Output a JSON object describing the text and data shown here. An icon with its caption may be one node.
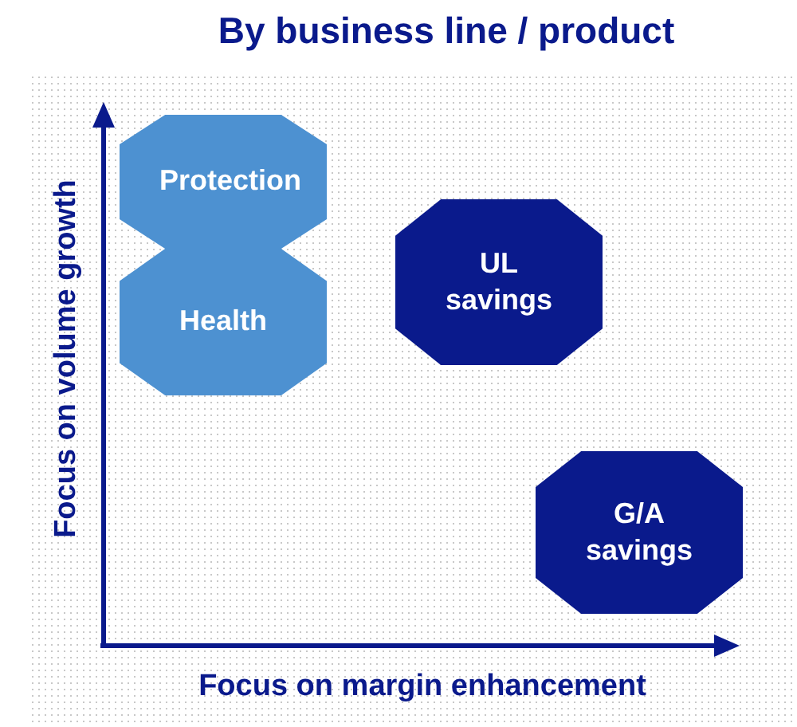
{
  "diagram": {
    "title": "By business line / product",
    "nodes": [
      {
        "text": [
          "Protection"
        ]
      },
      {
        "text": [
          "Health"
        ]
      },
      {
        "text": [
          "UL savings"
        ]
      },
      {
        "text": [
          "G/A savings"
        ]
      }
    ],
    "labels": [
      "Focus on volume growth",
      "Focus on margin enhancement"
    ]
  }
}
